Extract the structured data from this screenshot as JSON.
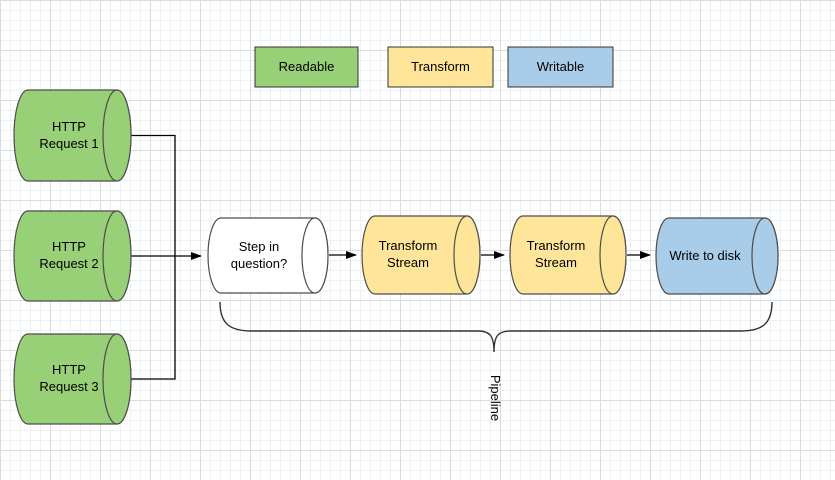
{
  "colors": {
    "readable": "#97d077",
    "transform": "#ffe599",
    "writable": "#a9cce9",
    "plain": "#ffffff"
  },
  "legend": [
    {
      "label": "Readable"
    },
    {
      "label": "Transform"
    },
    {
      "label": "Writable"
    }
  ],
  "nodes": {
    "http1": {
      "label": "HTTP\nRequest 1"
    },
    "http2": {
      "label": "HTTP\nRequest 2"
    },
    "http3": {
      "label": "HTTP\nRequest 3"
    },
    "step": {
      "label": "Step in\nquestion?"
    },
    "transform1": {
      "label": "Transform\nStream"
    },
    "transform2": {
      "label": "Transform\nStream"
    },
    "write": {
      "label": "Write to disk"
    }
  },
  "annotations": {
    "pipeline": "Pipeline"
  }
}
